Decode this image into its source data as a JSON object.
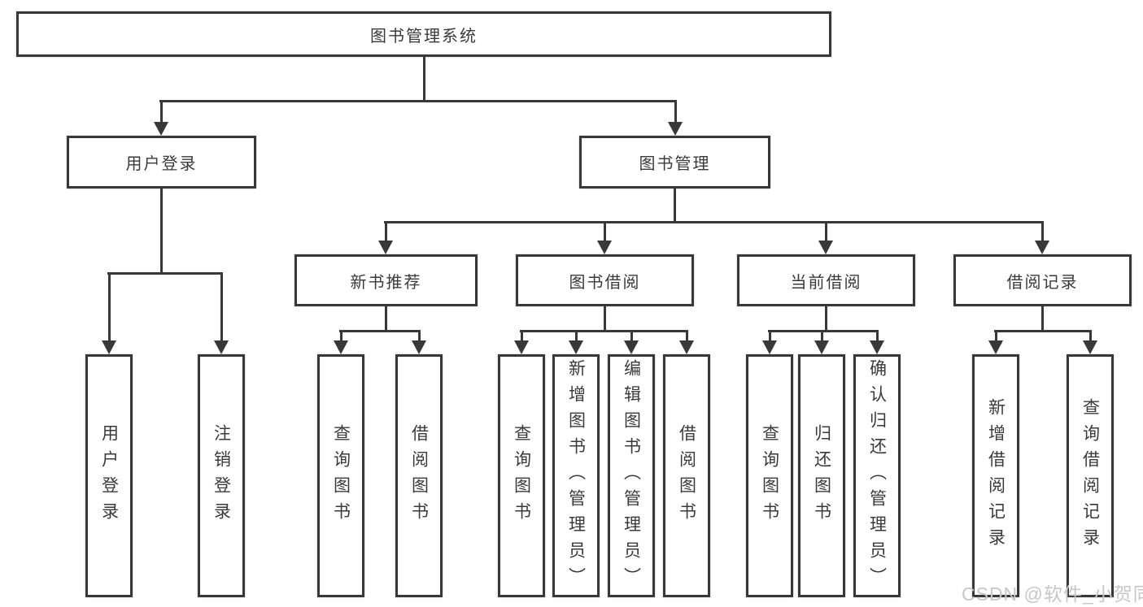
{
  "colors": {
    "line": "#383838",
    "text": "#3a3a3a",
    "background": "#ffffff",
    "watermark": "#c7c7c7"
  },
  "diagram": {
    "title": "图书管理系统",
    "root": {
      "label": "图书管理系统"
    },
    "level2": [
      {
        "label": "用户登录"
      },
      {
        "label": "图书管理"
      }
    ],
    "level3": [
      {
        "label": "新书推荐",
        "parent": "图书管理"
      },
      {
        "label": "图书借阅",
        "parent": "图书管理"
      },
      {
        "label": "当前借阅",
        "parent": "图书管理"
      },
      {
        "label": "借阅记录",
        "parent": "图书管理"
      }
    ],
    "leaves": [
      {
        "label": "用户登录",
        "parent": "用户登录"
      },
      {
        "label": "注销登录",
        "parent": "用户登录"
      },
      {
        "label": "查询图书",
        "parent": "新书推荐"
      },
      {
        "label": "借阅图书",
        "parent": "新书推荐"
      },
      {
        "label": "查询图书",
        "parent": "图书借阅"
      },
      {
        "label": "新增图书（管理员）",
        "parent": "图书借阅"
      },
      {
        "label": "编辑图书（管理员）",
        "parent": "图书借阅"
      },
      {
        "label": "借阅图书",
        "parent": "图书借阅"
      },
      {
        "label": "查询图书",
        "parent": "当前借阅"
      },
      {
        "label": "归还图书",
        "parent": "当前借阅"
      },
      {
        "label": "确认归还（管理员）",
        "parent": "当前借阅"
      },
      {
        "label": "新增借阅记录",
        "parent": "借阅记录"
      },
      {
        "label": "查询借阅记录",
        "parent": "借阅记录"
      }
    ]
  },
  "watermark": {
    "text": "CSDN @软件_小贺同学"
  }
}
